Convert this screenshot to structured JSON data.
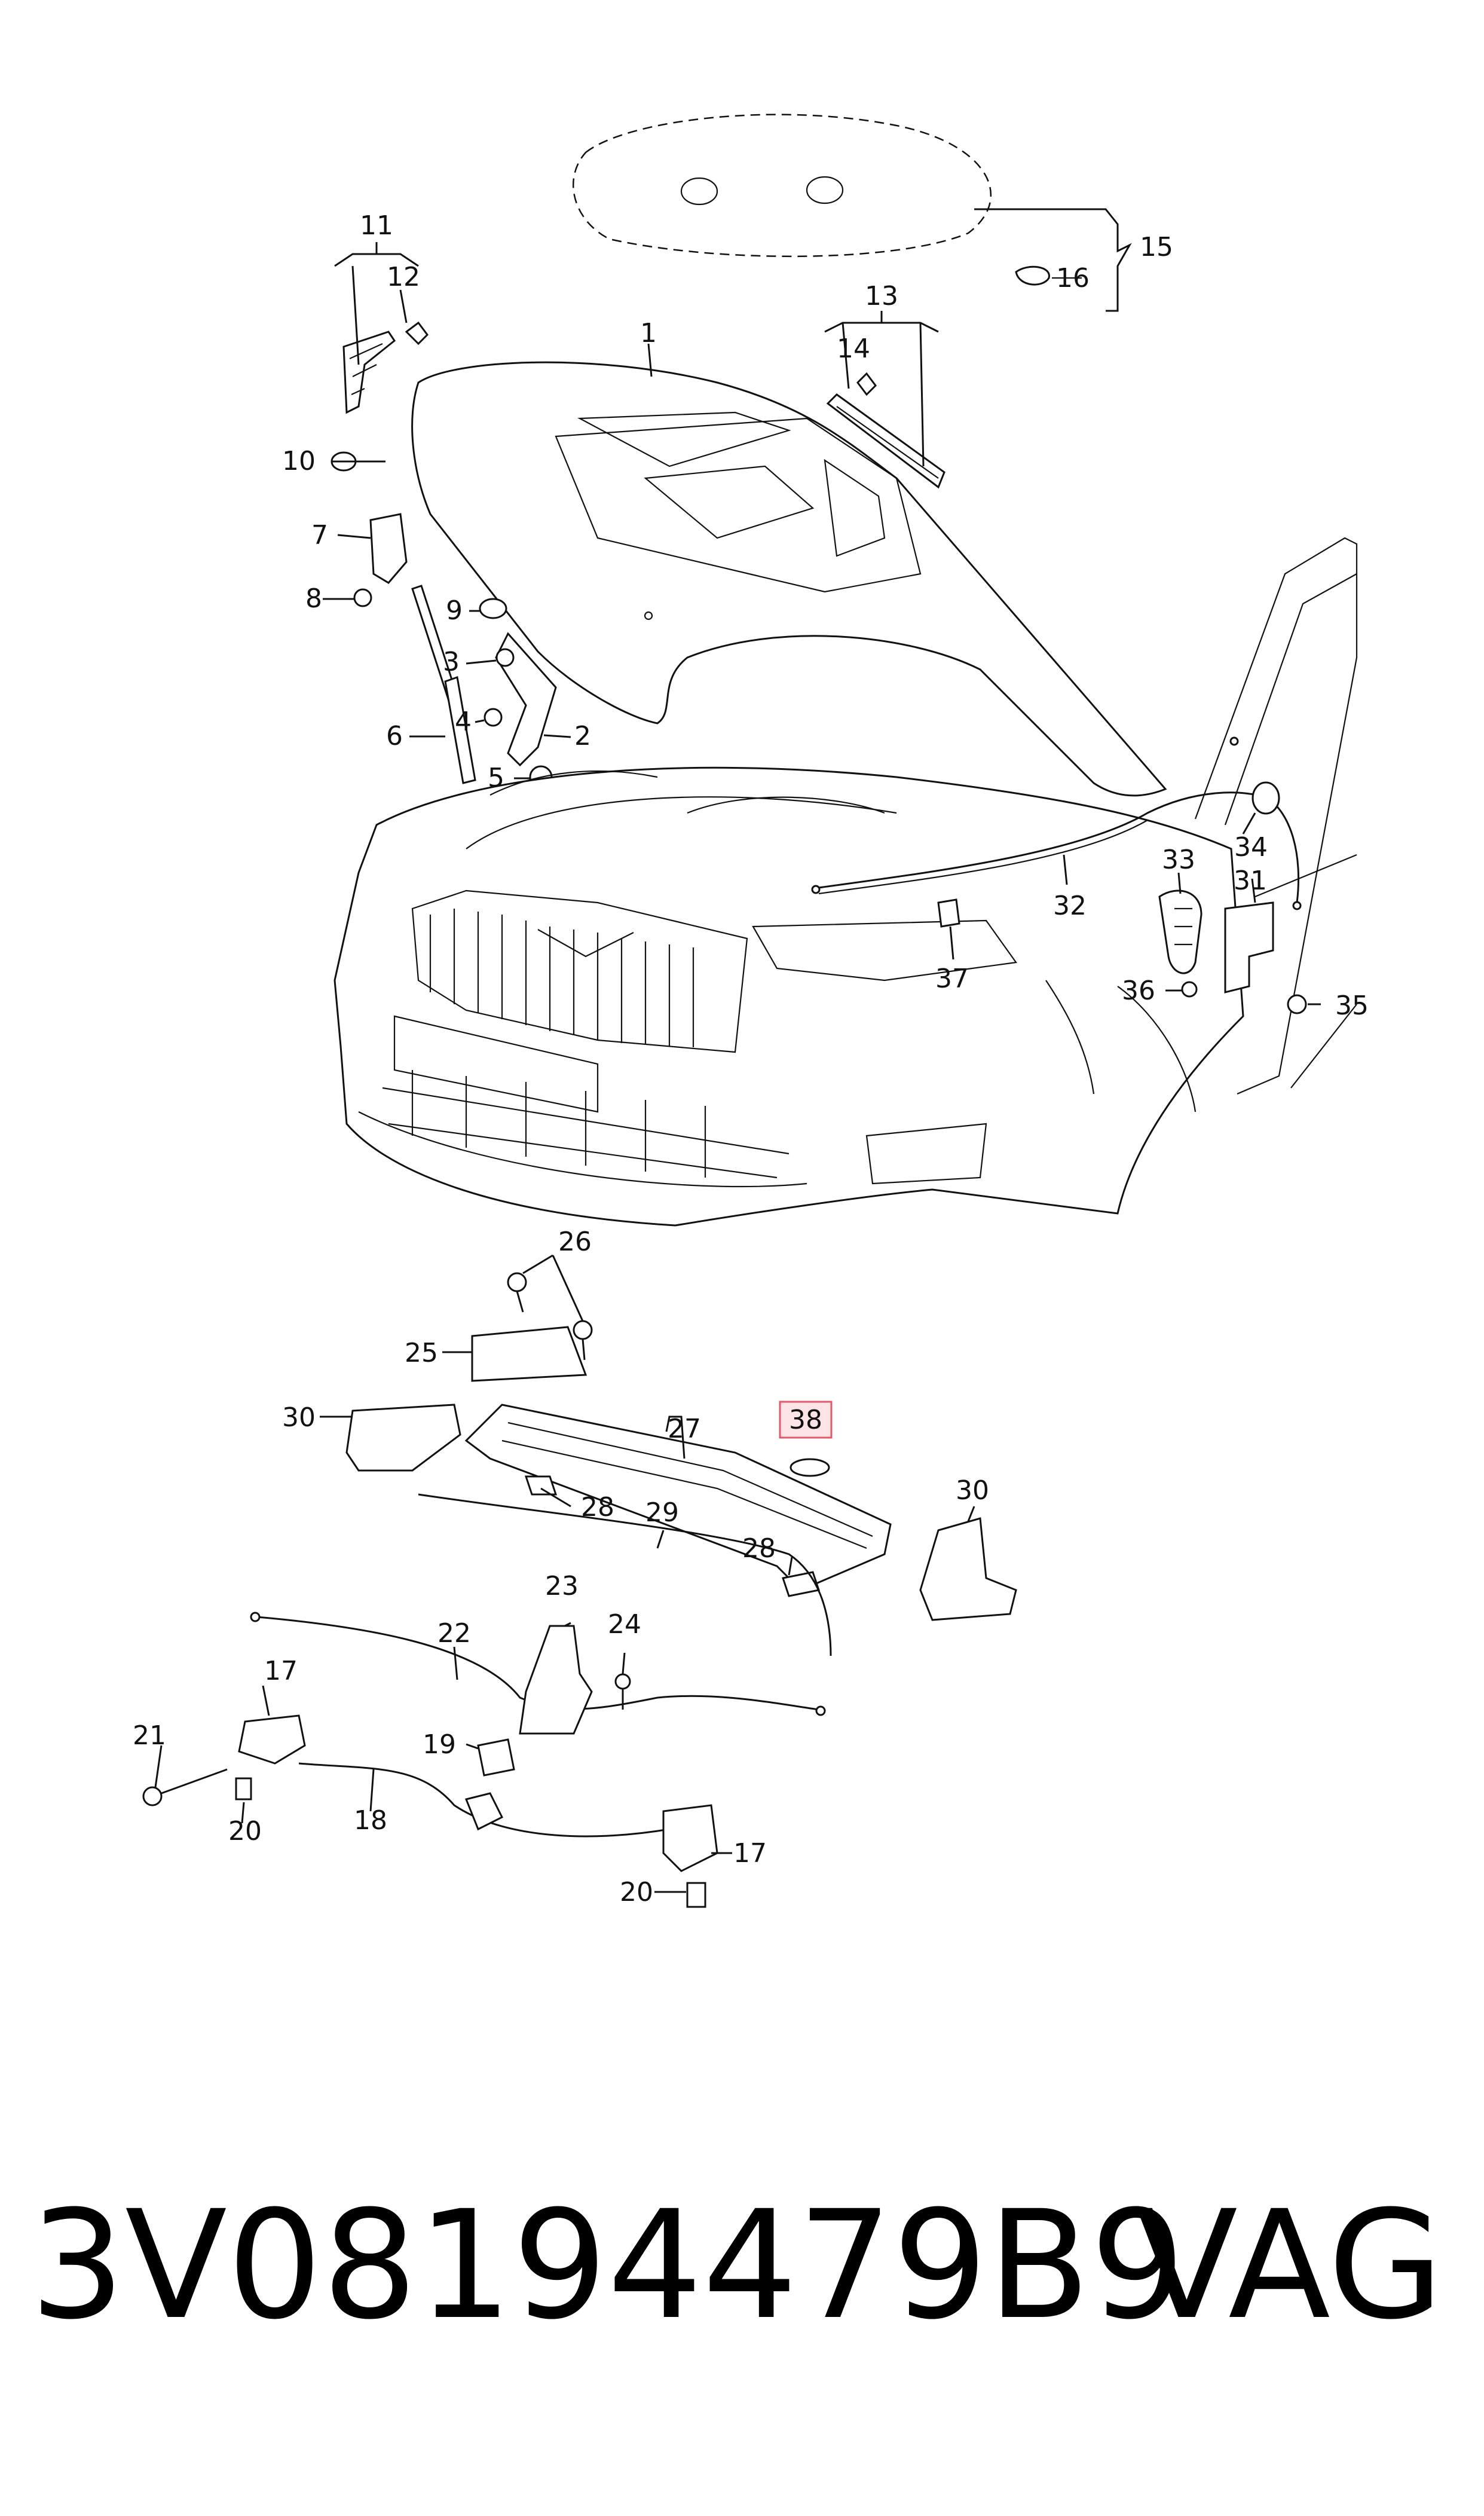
{
  "diagram": {
    "callouts": [
      "1",
      "2",
      "3",
      "4",
      "5",
      "6",
      "7",
      "8",
      "9",
      "10",
      "11",
      "12",
      "13",
      "14",
      "15",
      "16",
      "17",
      "17",
      "18",
      "19",
      "20",
      "20",
      "21",
      "22",
      "23",
      "24",
      "25",
      "26",
      "27",
      "28",
      "28",
      "29",
      "30",
      "30",
      "31",
      "32",
      "33",
      "34",
      "35",
      "36",
      "37",
      "38"
    ],
    "highlighted_callout": "38",
    "highlight_color": "#e05a6a",
    "highlight_fill": "#fbe3e6"
  },
  "footer": {
    "part_number": "3V08194479B9",
    "brand": "VAG"
  }
}
